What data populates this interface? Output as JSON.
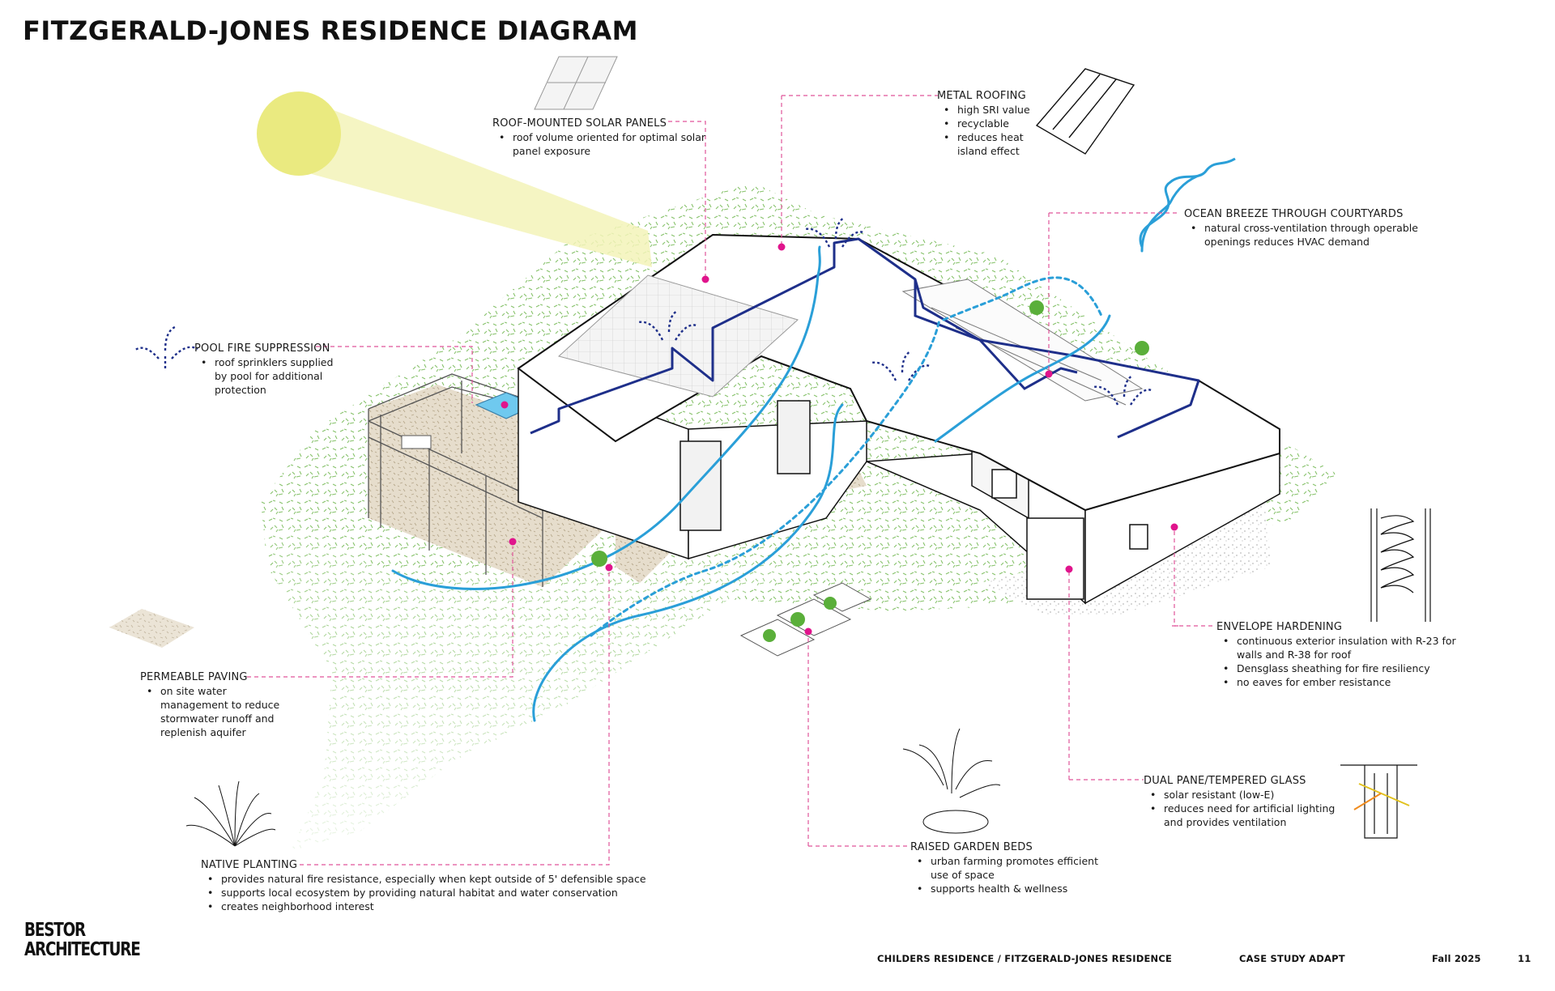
{
  "title": "FITZGERALD-JONES RESIDENCE DIAGRAM",
  "colors": {
    "leader": "#e0559a",
    "dot": "#e0148c",
    "water": "#2a9fd8",
    "pipe": "#1e2f8a",
    "sun": "#eaea80",
    "sun_ray": "#f3f3b8",
    "pool": "#6fc9ef",
    "vegetation": "#7fbf5a",
    "paving": "#dcd2c0"
  },
  "annotations": {
    "solar": {
      "heading": "ROOF-MOUNTED SOLAR PANELS",
      "bullets": [
        "roof volume oriented for optimal solar panel exposure"
      ]
    },
    "metal_roofing": {
      "heading": "METAL ROOFING",
      "bullets": [
        "high SRI value",
        "recyclable",
        "reduces heat island effect"
      ]
    },
    "ocean_breeze": {
      "heading": "OCEAN BREEZE THROUGH COURTYARDS",
      "bullets": [
        "natural cross-ventilation through operable openings reduces HVAC demand"
      ]
    },
    "pool_fire": {
      "heading": "POOL FIRE SUPPRESSION",
      "bullets": [
        "roof sprinklers supplied by pool for additional protection"
      ]
    },
    "envelope": {
      "heading": "ENVELOPE HARDENING",
      "bullets": [
        "continuous exterior insulation with R-23 for walls and R-38 for roof",
        "Densglass sheathing for fire resiliency",
        "no eaves for ember resistance"
      ]
    },
    "permeable": {
      "heading": "PERMEABLE PAVING",
      "bullets": [
        "on site water management to reduce stormwater runoff and replenish aquifer"
      ]
    },
    "dual_pane": {
      "heading": "DUAL PANE/TEMPERED GLASS",
      "bullets": [
        "solar resistant (low-E)",
        "reduces need for artificial lighting and provides ventilation"
      ]
    },
    "garden": {
      "heading": "RAISED GARDEN BEDS",
      "bullets": [
        "urban farming promotes efficient use of space",
        "supports health & wellness"
      ]
    },
    "native": {
      "heading": "NATIVE PLANTING",
      "bullets": [
        "provides natural fire resistance, especially when kept outside of 5' defensible space",
        "supports local ecosystem by providing natural habitat and water conservation",
        "creates neighborhood interest"
      ]
    }
  },
  "logo": {
    "line1": "BESTOR",
    "line2": "ARCHITECTURE"
  },
  "footer": {
    "project": "CHILDERS RESIDENCE / FITZGERALD-JONES RESIDENCE",
    "section": "CASE STUDY ADAPT",
    "term": "Fall 2025",
    "page": "11"
  },
  "icons": [
    "sun-icon",
    "solar-panel-icon",
    "metal-roof-icon",
    "wave-breeze-icon",
    "sprinkler-icon",
    "insulation-section-icon",
    "paving-texture-icon",
    "glass-section-icon",
    "agave-plant-icon",
    "garden-plants-icon"
  ]
}
